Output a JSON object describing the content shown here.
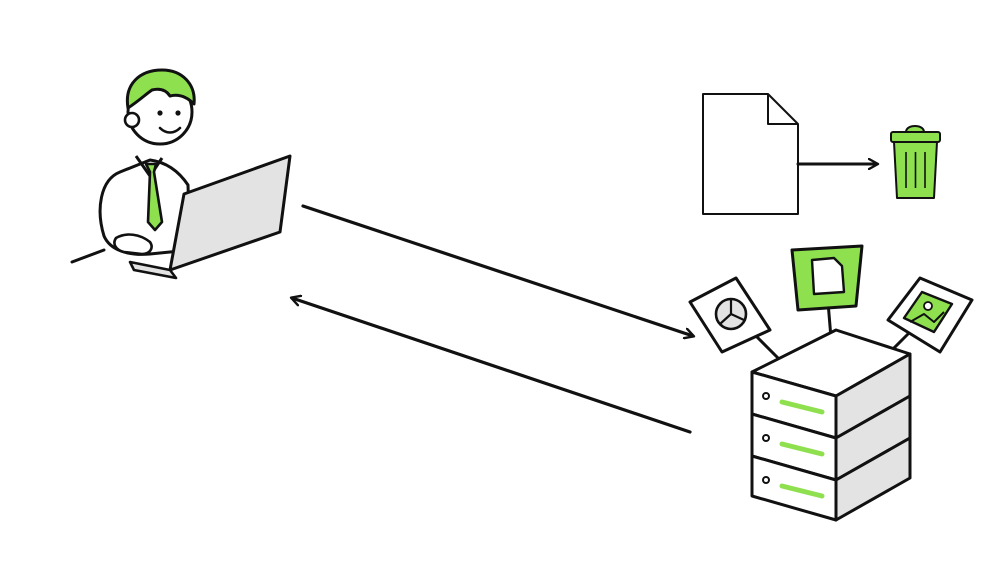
{
  "colors": {
    "accent": "#8ee04f",
    "ink": "#111111",
    "panel_gray": "#e3e3e3",
    "paper": "#ffffff"
  },
  "nodes": [
    {
      "id": "user",
      "icon": "person-at-laptop-icon"
    },
    {
      "id": "document",
      "icon": "document-icon"
    },
    {
      "id": "trash",
      "icon": "trash-can-icon"
    },
    {
      "id": "server",
      "icon": "server-stack-icon"
    },
    {
      "id": "chart-card",
      "icon": "pie-chart-card-icon"
    },
    {
      "id": "file-card",
      "icon": "file-card-icon"
    },
    {
      "id": "image-card",
      "icon": "image-card-icon"
    }
  ],
  "edges": [
    {
      "from": "user",
      "to": "server"
    },
    {
      "from": "server",
      "to": "user"
    },
    {
      "from": "document",
      "to": "trash"
    }
  ]
}
